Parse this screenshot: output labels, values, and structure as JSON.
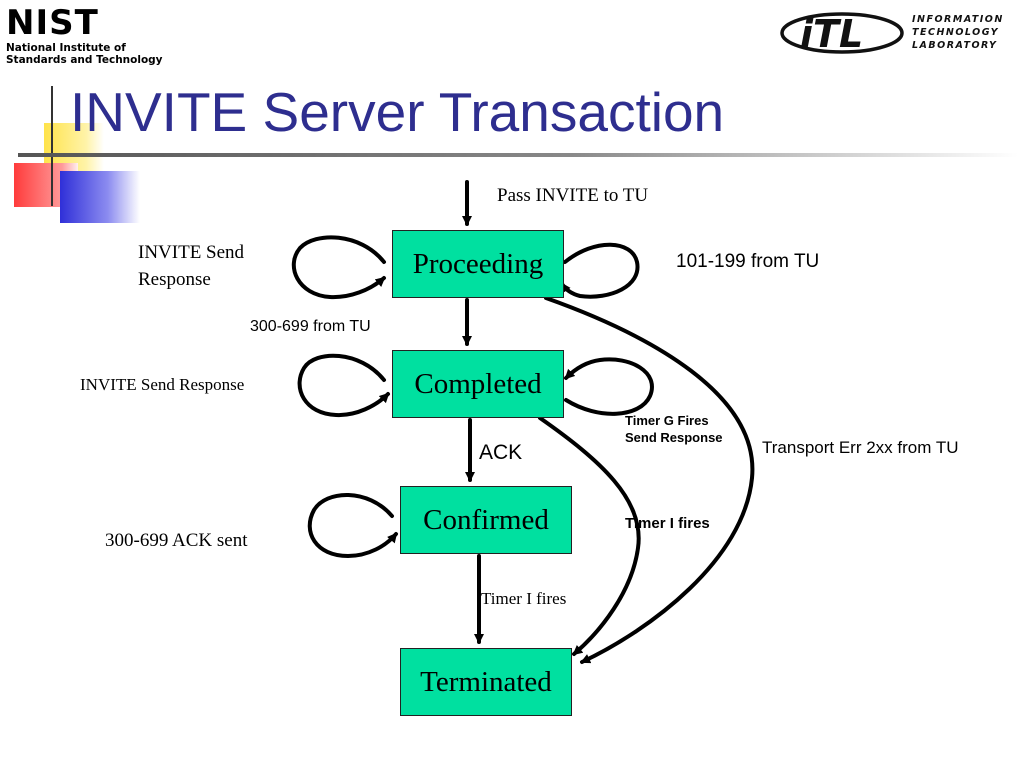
{
  "header": {
    "nist_mark": "NIST",
    "nist_subtitle_line1": "National Institute of",
    "nist_subtitle_line2": "Standards and Technology",
    "itl_mark": "iTL",
    "itl_line1": "INFORMATION",
    "itl_line2": "TECHNOLOGY",
    "itl_line3": "LABORATORY"
  },
  "slide": {
    "title": "INVITE Server Transaction"
  },
  "states": {
    "proceeding": "Proceeding",
    "completed": "Completed",
    "confirmed": "Confirmed",
    "terminated": "Terminated"
  },
  "labels": {
    "pass_invite": "Pass INVITE to TU",
    "invite_send_1_line1": "INVITE  Send",
    "invite_send_1_line2": "Response",
    "from_tu_101_199": "101-199 from TU",
    "from_tu_300_699": "300-699 from TU",
    "invite_send_2": "INVITE Send Response",
    "timer_g_line1": "Timer G Fires",
    "timer_g_line2": "Send Response",
    "transport_err": "Transport Err 2xx from TU",
    "ack": "ACK",
    "timer_i_bold": "Timer I fires",
    "ack_sent_300_699": "300-699 ACK sent",
    "timer_i_fires": "Timer I  fires"
  },
  "colors": {
    "state_fill": "#00e0a0",
    "title_color": "#2e2e8f",
    "arrow_color": "#000000"
  }
}
